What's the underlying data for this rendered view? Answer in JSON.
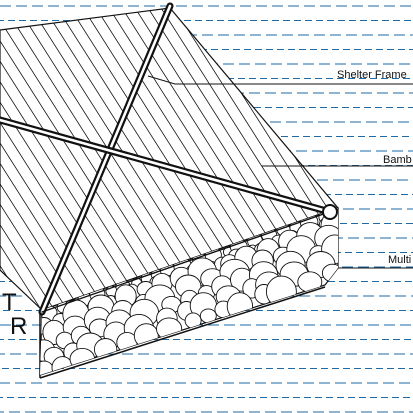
{
  "callouts": [
    {
      "label": "Shelter Frame"
    },
    {
      "label": "Bamb"
    },
    {
      "label": "Multi"
    }
  ],
  "corner_letters": [
    "T",
    "R"
  ],
  "colors": {
    "water_lines": "#1f6aa5",
    "ink": "#111111",
    "background": "#ffffff"
  }
}
